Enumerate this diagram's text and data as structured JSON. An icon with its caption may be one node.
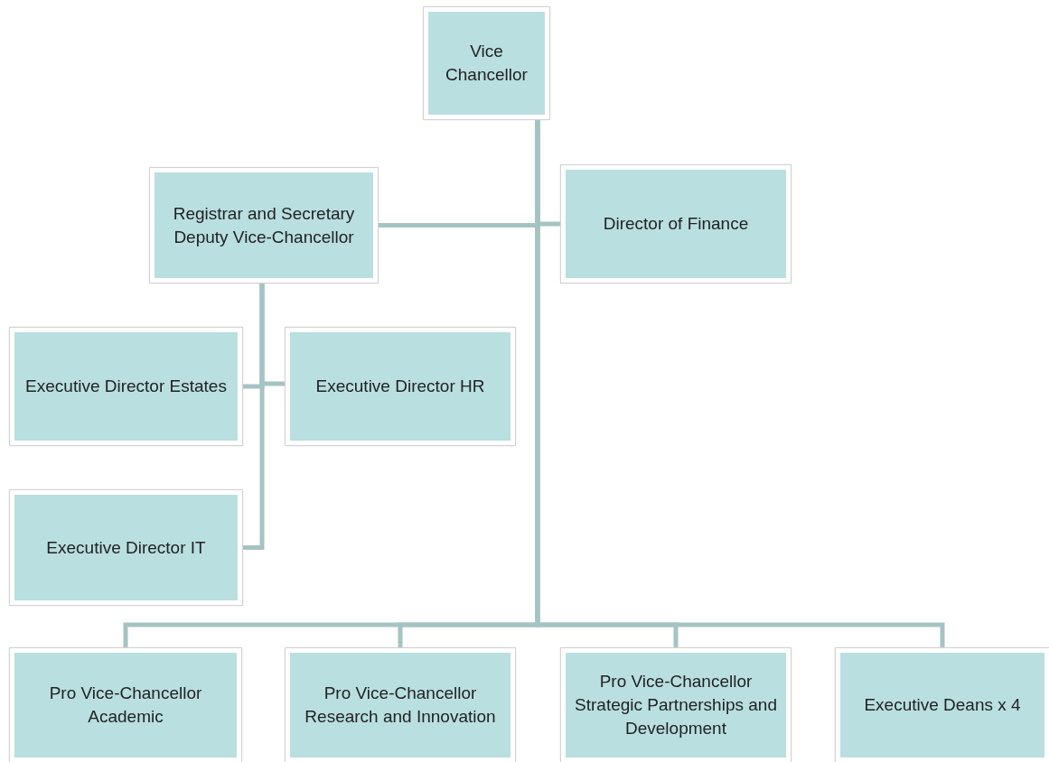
{
  "diagram": {
    "nodes": [
      {
        "text": [
          "Vice Chancellor"
        ]
      },
      {
        "text": [
          "Registrar and Secretary Deputy Vice-Chancellor"
        ]
      },
      {
        "text": [
          "Director of Finance"
        ]
      },
      {
        "text": [
          "Executive Director Estates"
        ]
      },
      {
        "text": [
          "Executive Director HR"
        ]
      },
      {
        "text": [
          "Executive Director IT"
        ]
      },
      {
        "text": [
          "Pro Vice-Chancellor Academic"
        ]
      },
      {
        "text": [
          "Pro Vice-Chancellor Research and Innovation"
        ]
      },
      {
        "text": [
          "Pro Vice-Chancellor Strategic Partnerships and Development"
        ]
      },
      {
        "text": [
          "Executive Deans x 4"
        ]
      }
    ],
    "edges": [
      {
        "from": 0,
        "to": 1,
        "arrow": "none"
      },
      {
        "from": 0,
        "to": 2,
        "arrow": "none"
      },
      {
        "from": 1,
        "to": 3,
        "arrow": "none"
      },
      {
        "from": 1,
        "to": 4,
        "arrow": "none"
      },
      {
        "from": 1,
        "to": 5,
        "arrow": "none"
      },
      {
        "from": 0,
        "to": 6,
        "arrow": "none"
      },
      {
        "from": 0,
        "to": 7,
        "arrow": "none"
      },
      {
        "from": 0,
        "to": 8,
        "arrow": "none"
      },
      {
        "from": 0,
        "to": 9,
        "arrow": "none"
      }
    ]
  }
}
